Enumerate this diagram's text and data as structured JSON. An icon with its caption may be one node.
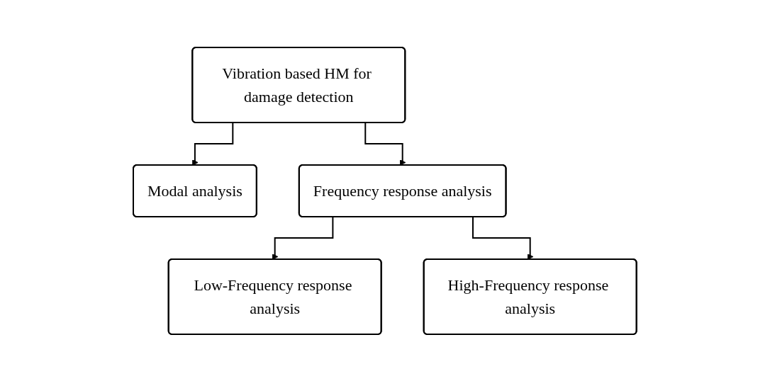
{
  "diagram": {
    "nodes": [
      {
        "text": [
          "Vibration based HM for damage detection"
        ]
      },
      {
        "text": [
          "Modal analysis"
        ]
      },
      {
        "text": [
          "Frequency response analysis"
        ]
      },
      {
        "text": [
          "Low-Frequency response analysis"
        ]
      },
      {
        "text": [
          "High-Frequency response analysis"
        ]
      }
    ],
    "edges": [
      {
        "from": 0,
        "to": 1,
        "arrow": "to"
      },
      {
        "from": 0,
        "to": 2,
        "arrow": "to"
      },
      {
        "from": 2,
        "to": 3,
        "arrow": "to"
      },
      {
        "from": 2,
        "to": 4,
        "arrow": "to"
      }
    ]
  }
}
